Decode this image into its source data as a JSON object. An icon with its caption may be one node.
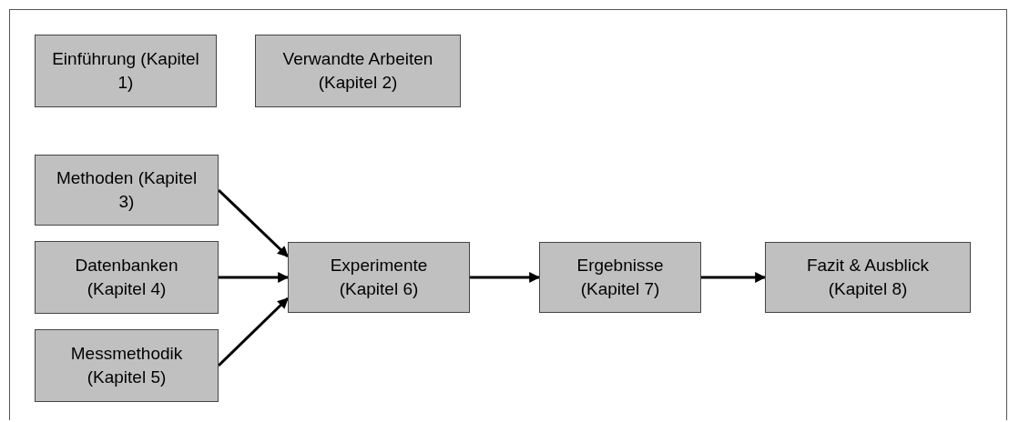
{
  "diagram": {
    "nodes": [
      {
        "text": [
          "Einführung (Kapitel 1)"
        ]
      },
      {
        "text": [
          "Verwandte Arbeiten (Kapitel 2)"
        ]
      },
      {
        "text": [
          "Methoden (Kapitel 3)"
        ]
      },
      {
        "text": [
          "Datenbanken (Kapitel 4)"
        ]
      },
      {
        "text": [
          "Messmethodik (Kapitel 5)"
        ]
      },
      {
        "text": [
          "Experimente (Kapitel 6)"
        ]
      },
      {
        "text": [
          "Ergebnisse (Kapitel 7)"
        ]
      },
      {
        "text": [
          "Fazit & Ausblick (Kapitel 8)"
        ]
      }
    ],
    "edges": [
      {
        "from": 2,
        "to": 5,
        "arrow": "to"
      },
      {
        "from": 3,
        "to": 5,
        "arrow": "to"
      },
      {
        "from": 4,
        "to": 5,
        "arrow": "to"
      },
      {
        "from": 5,
        "to": 6,
        "arrow": "to"
      },
      {
        "from": 6,
        "to": 7,
        "arrow": "to"
      }
    ]
  }
}
